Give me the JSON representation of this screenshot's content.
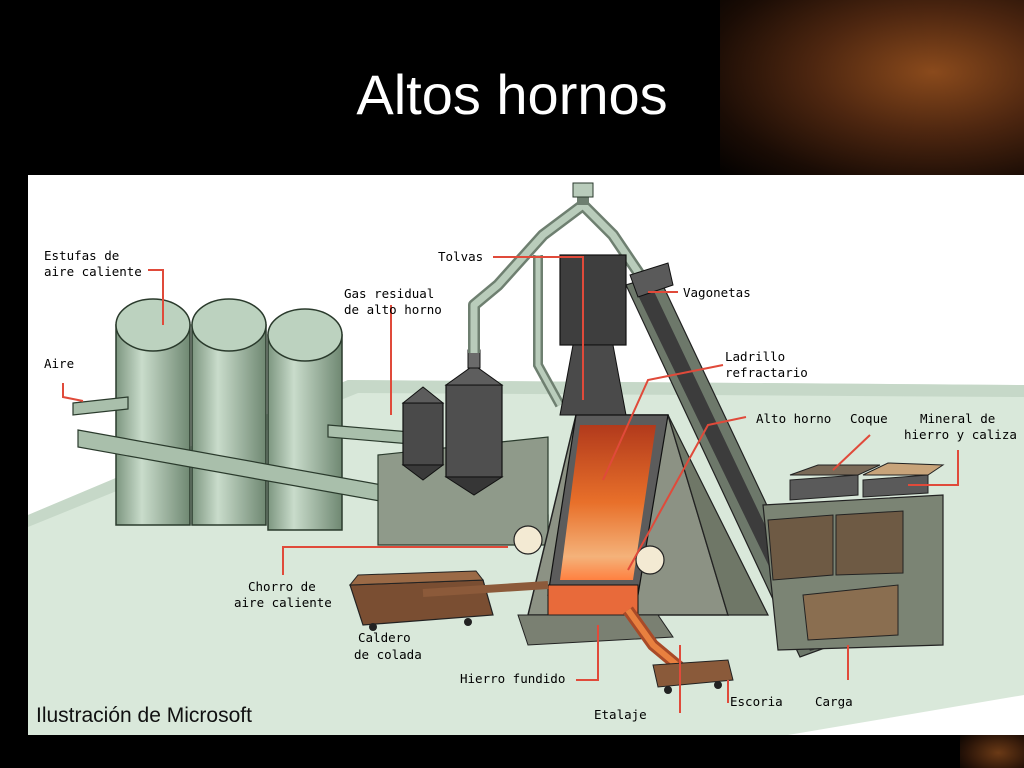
{
  "slide": {
    "title": "Altos hornos"
  },
  "diagram": {
    "labels": {
      "estufas_1": "Estufas de",
      "estufas_2": "aire caliente",
      "aire": "Aire",
      "gas_1": "Gas residual",
      "gas_2": "de alto horno",
      "tolvas": "Tolvas",
      "vagonetas": "Vagonetas",
      "ladrillo_1": "Ladrillo",
      "ladrillo_2": "refractario",
      "alto_horno": "Alto horno",
      "coque": "Coque",
      "mineral_1": "Mineral de",
      "mineral_2": "hierro y caliza",
      "chorro_1": "Chorro de",
      "chorro_2": "aire caliente",
      "caldero_1": "Caldero",
      "caldero_2": "de colada",
      "hierro": "Hierro fundido",
      "etalaje": "Etalaje",
      "escoria": "Escoria",
      "carga": "Carga"
    },
    "credit": "Ilustración de Microsoft"
  }
}
